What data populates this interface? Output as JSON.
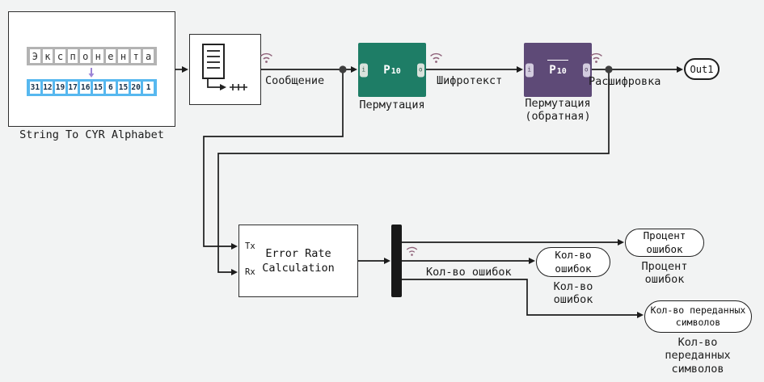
{
  "blocks": {
    "string_to_cyr": {
      "label": "String To CYR Alphabet",
      "letters": [
        "Э",
        "к",
        "с",
        "п",
        "о",
        "н",
        "е",
        "н",
        "т",
        "а"
      ],
      "numbers": [
        "31",
        "12",
        "19",
        "17",
        "16",
        "15",
        "6",
        "15",
        "20",
        "1"
      ]
    },
    "permutation": {
      "p": "P",
      "sub": "10",
      "port_in": "i",
      "port_out": "o",
      "label": "Пермутация"
    },
    "permutation_inverse": {
      "p": "P",
      "sub": "10",
      "port_in": "i",
      "port_out": "o",
      "label": "Пермутация\n(обратная)"
    },
    "error_rate": {
      "title": "Error Rate\nCalculation",
      "port_tx": "Tx",
      "port_rx": "Rx"
    },
    "out_port": {
      "label": "Out1"
    }
  },
  "displays": {
    "errors_count": {
      "text": "Кол-во\nошибок",
      "label": "Кол-во\nошибок"
    },
    "errors_percent": {
      "text": "Процент\nошибок",
      "label": "Процент\nошибок"
    },
    "symbols_count": {
      "text": "Кол-во переданных\nсимволов",
      "label": "Кол-во\nпереданных\nсимволов"
    }
  },
  "signals": {
    "message": "Сообщение",
    "ciphertext": "Шифротекст",
    "decrypted": "Расшифровка",
    "errors_count": "Кол-во ошибок"
  },
  "colors": {
    "permutation_block": "#1e7d66",
    "inverse_permutation_block": "#5e4a77",
    "wire": "#1c1c1c",
    "wireless_icon": "#8d5f77",
    "numbers_strip": "#57b8ef",
    "letters_strip": "#b3b3b3",
    "background": "#f2f3f3"
  }
}
